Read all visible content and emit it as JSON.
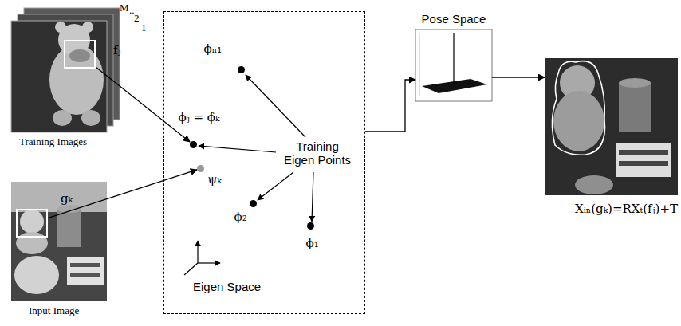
{
  "diagram": {
    "nodes": [
      {
        "text": [
          "Training Images"
        ]
      },
      {
        "text": [
          "fⱼ"
        ],
        "in": 0
      },
      {
        "text": [
          "Input Image"
        ]
      },
      {
        "text": [
          "gₖ"
        ],
        "in": 2
      },
      {
        "text": [
          "Eigen Space"
        ]
      },
      {
        "text": [
          "ϕₙ₁"
        ],
        "in": 4
      },
      {
        "text": [
          "ϕⱼ = ϕ̂ₖ"
        ],
        "in": 4
      },
      {
        "text": [
          "ψₖ"
        ],
        "in": 4
      },
      {
        "text": [
          "ϕ₂"
        ],
        "in": 4
      },
      {
        "text": [
          "ϕ₁"
        ],
        "in": 4
      },
      {
        "text": [
          "Pose Space"
        ]
      },
      {
        "text": [
          "Xᵢₙ(gₖ)=RXₜ(fⱼ)+T"
        ]
      }
    ],
    "edges": [
      {
        "from": 1,
        "to": 6,
        "arrow": "to"
      },
      {
        "from": 3,
        "to": 7,
        "arrow": "to"
      },
      {
        "from": 4,
        "to": 10,
        "arrow": "to"
      },
      {
        "from": 10,
        "to": 11,
        "arrow": "to"
      }
    ],
    "labels": [
      "M",
      "..",
      "2",
      "1",
      "Training Eigen Points"
    ]
  }
}
